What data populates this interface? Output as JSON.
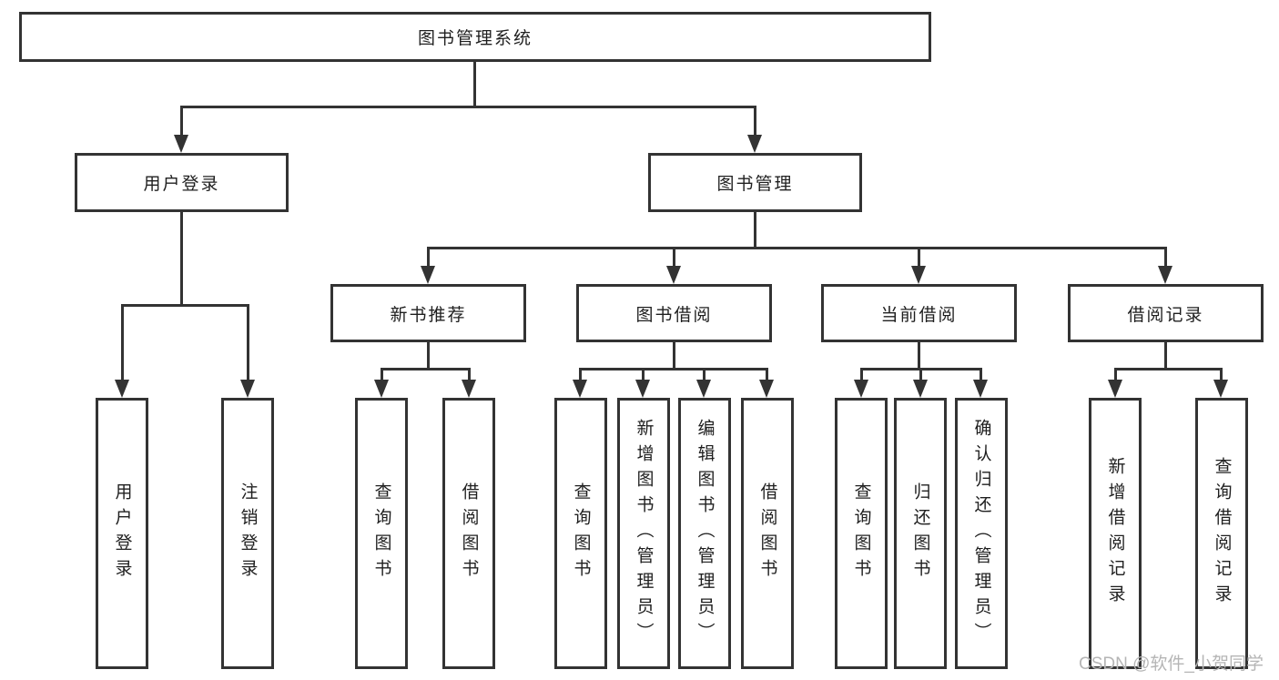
{
  "page": {
    "background": "#ffffff"
  },
  "colors": {
    "line": "#333333",
    "box_border": "#333333",
    "text": "#1f1f1f",
    "watermark": "#b5b5b5"
  },
  "watermark": {
    "text": "CSDN @软件_小贺同学"
  },
  "tree": {
    "label": "图书管理系统",
    "children": [
      {
        "label": "用户登录",
        "children": [
          {
            "label": "用户登录"
          },
          {
            "label": "注销登录"
          }
        ]
      },
      {
        "label": "图书管理",
        "children": [
          {
            "label": "新书推荐",
            "children": [
              {
                "label": "查询图书"
              },
              {
                "label": "借阅图书"
              }
            ]
          },
          {
            "label": "图书借阅",
            "children": [
              {
                "label": "查询图书"
              },
              {
                "label": "新增图书（管理员）"
              },
              {
                "label": "编辑图书（管理员）"
              },
              {
                "label": "借阅图书"
              }
            ]
          },
          {
            "label": "当前借阅",
            "children": [
              {
                "label": "查询图书"
              },
              {
                "label": "归还图书"
              },
              {
                "label": "确认归还（管理员）"
              }
            ]
          },
          {
            "label": "借阅记录",
            "children": [
              {
                "label": "新增借阅记录"
              },
              {
                "label": "查询借阅记录"
              }
            ]
          }
        ]
      }
    ]
  }
}
